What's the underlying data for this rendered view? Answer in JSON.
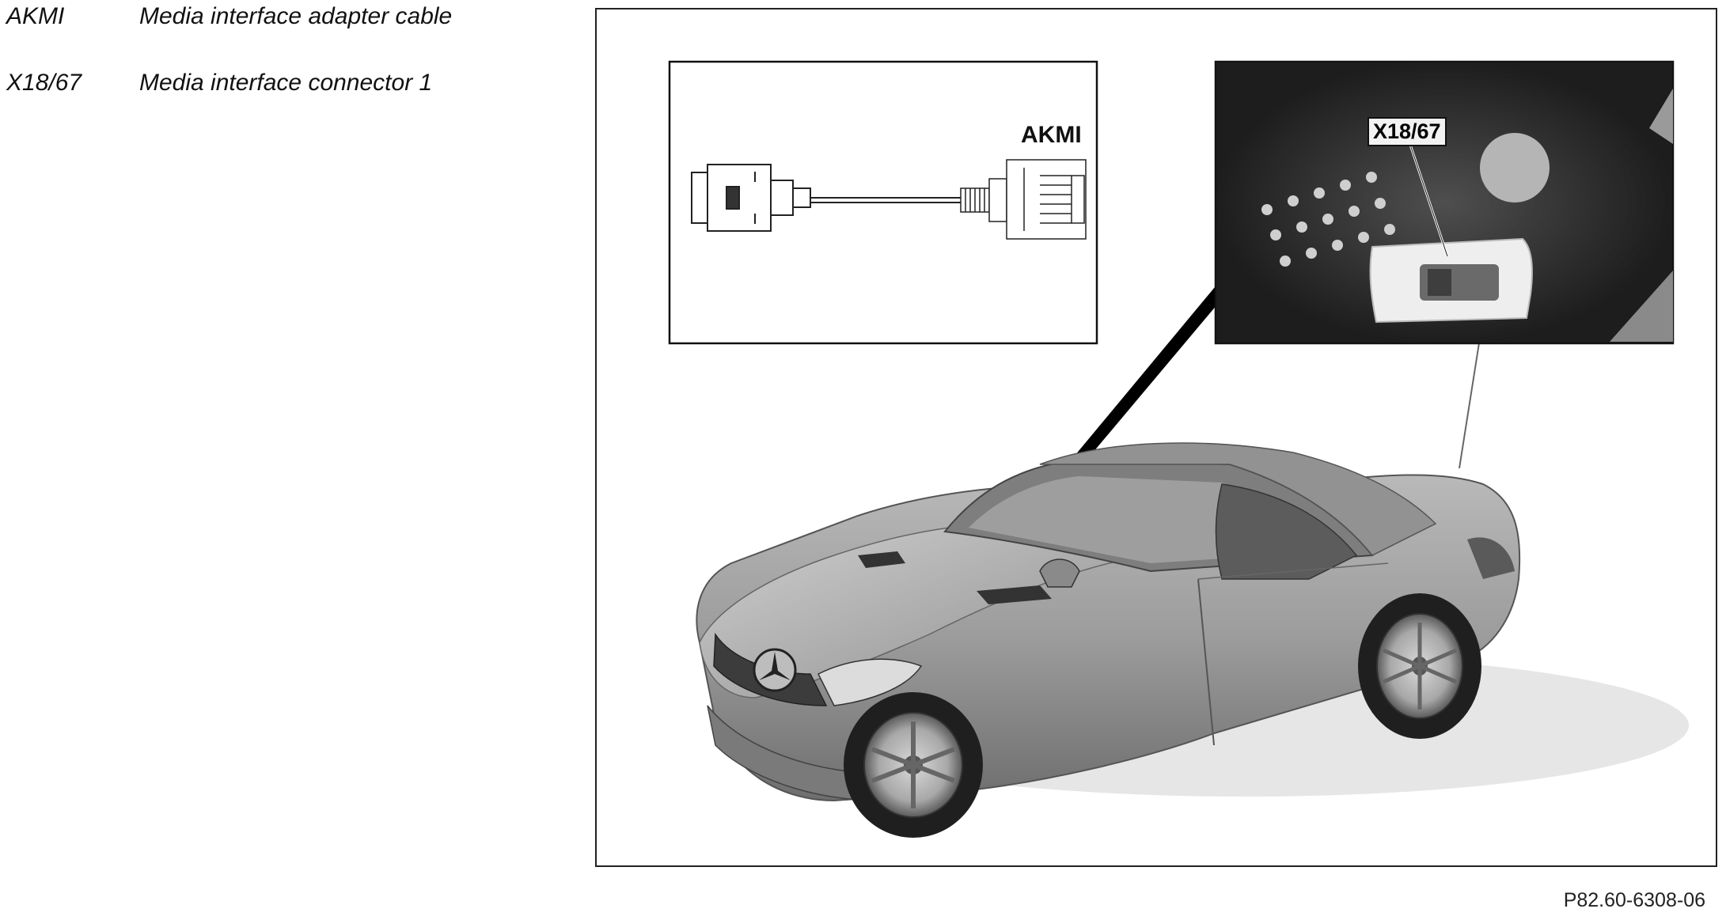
{
  "legend": [
    {
      "code": "AKMI",
      "description": "Media interface adapter cable"
    },
    {
      "code": "X18/67",
      "description": "Media interface connector 1"
    }
  ],
  "callouts": {
    "akmi": "AKMI",
    "x18_67": "X18/67"
  },
  "figure_ref": "P82.60-6308-06"
}
